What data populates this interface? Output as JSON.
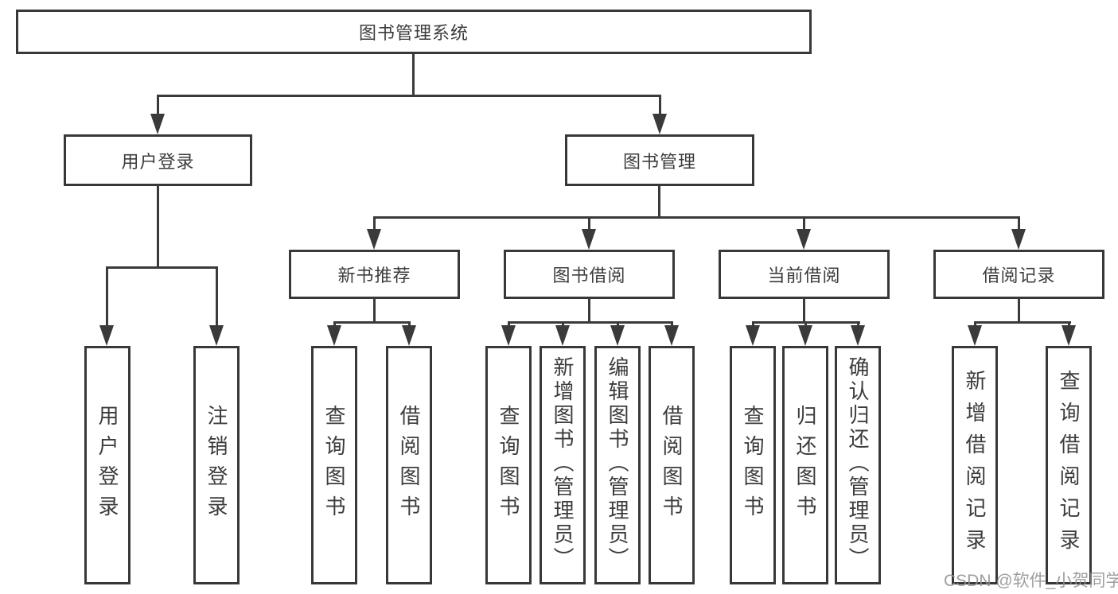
{
  "diagram": {
    "root": "图书管理系统",
    "user_login": {
      "label": "用户登录",
      "children": [
        "用户登录",
        "注销登录"
      ]
    },
    "book_mgmt": {
      "label": "图书管理",
      "groups": [
        {
          "label": "新书推荐",
          "children": [
            "查询图书",
            "借阅图书"
          ]
        },
        {
          "label": "图书借阅",
          "children": [
            "查询图书",
            "新增图书（管理员）",
            "编辑图书（管理员）",
            "借阅图书"
          ]
        },
        {
          "label": "当前借阅",
          "children": [
            "查询图书",
            "归还图书",
            "确认归还（管理员）"
          ]
        },
        {
          "label": "借阅记录",
          "children": [
            "新增借阅记录",
            "查询借阅记录"
          ]
        }
      ]
    }
  },
  "watermark": "CSDN @软件_小贺同学",
  "colors": {
    "line": "#3a3a3a",
    "text": "#3c3c3c",
    "background": "#ffffff",
    "watermark": "#919191"
  }
}
